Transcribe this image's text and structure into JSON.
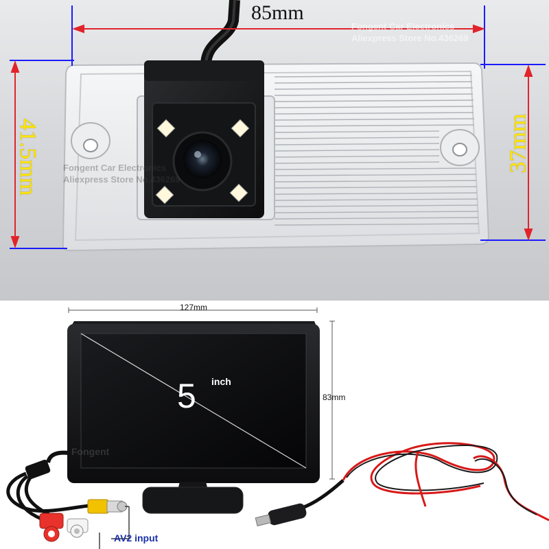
{
  "camera_section": {
    "dimension_width": "85mm",
    "dimension_height_left": "41.5mm",
    "dimension_height_right": "37mm",
    "watermark_lines": [
      "Fongent Car Electronics",
      "Aliexpress Store No.436269"
    ],
    "center_watermark_lines": [
      "Fongent Car Electronics",
      "Aliexpress Store No.436269"
    ],
    "led_count": 4
  },
  "monitor_section": {
    "width_label": "127mm",
    "height_label": "83mm",
    "screen_size_number": "5",
    "screen_size_unit": "inch",
    "watermark": "Fongent",
    "av2_label": "AV2 input"
  },
  "colors": {
    "dimension_line": "#1a1aff",
    "dimension_arrow_red": "#e0242a",
    "yellow_text": "#ffe600",
    "rca_yellow": "#f2c200",
    "rca_red": "#e8322b",
    "rca_white": "#f4f4f4",
    "power_wire_red": "#d81818",
    "power_wire_black": "#1a1a1a"
  }
}
